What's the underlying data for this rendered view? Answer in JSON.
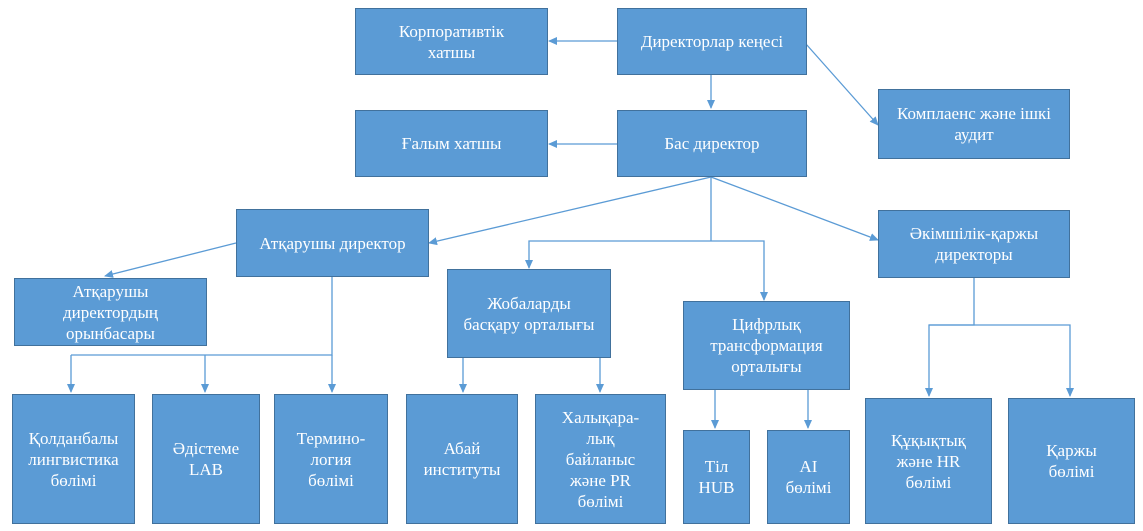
{
  "colors": {
    "box_fill": "#5b9bd5",
    "box_border": "#41719c",
    "connector": "#5b9bd5",
    "text": "#ffffff"
  },
  "nodes": {
    "board": "Директорлар кеңесі",
    "corporate_secretary": "Корпоративтік\nхатшы",
    "compliance_audit": "Комплаенс және ішкі\nаудит",
    "general_director": "Бас директор",
    "scientific_secretary": "Ғалым хатшы",
    "executive_director": "Атқарушы директор",
    "deputy_executive_director": "Атқарушы\nдиректордың\nорынбасары",
    "project_management_center": "Жобаларды\nбасқару орталығы",
    "digital_transformation_center": "Цифрлық\nтрансформация\nорталығы",
    "admin_finance_director": "Әкімшілік-қаржы\nдиректоры",
    "applied_linguistics": "Қолданбалы\nлингвистика\nбөлімі",
    "methodology_lab": "Әдістеме\nLAB",
    "terminology": "Термино-\nлогия\nбөлімі",
    "abai_institute": "Абай\nинституты",
    "international_pr": "Халықара-\nлық\nбайланыс\nжәне PR\nбөлімі",
    "til_hub": "Тіл\nHUB",
    "ai_department": "AI\nбөлімі",
    "legal_hr": "Құқықтық\nжәне HR\nбөлімі",
    "finance_department": "Қаржы\nбөлімі"
  }
}
